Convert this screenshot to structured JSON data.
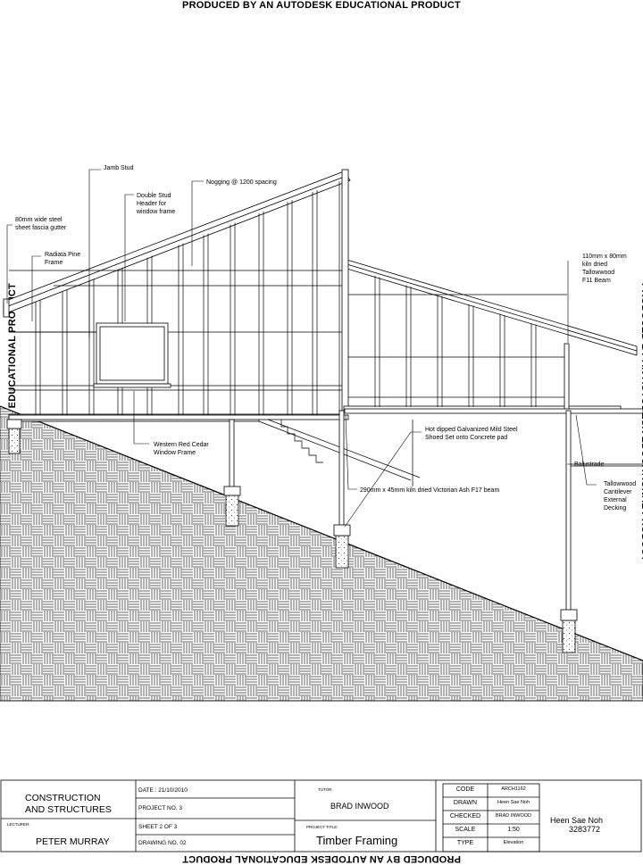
{
  "watermark": "PRODUCED BY AN AUTODESK EDUCATIONAL PRODUCT",
  "annotations": {
    "jamb_stud": "Jamb Stud",
    "double_stud_1": "Double Stud",
    "double_stud_2": "Header for",
    "double_stud_3": "window frame",
    "nogging": "Nogging @ 1200 spacing",
    "fascia_1": "80mm wide steel",
    "fascia_2": "sheet fascia gutter",
    "radiata_1": "Radiata Pine",
    "radiata_2": "Frame",
    "beam_110_1": "110mm x 80mm",
    "beam_110_2": "kiln dried",
    "beam_110_3": "Tallowwood",
    "beam_110_4": "F11 Beam",
    "red_cedar_1": "Western Red Cedar",
    "red_cedar_2": "Window Frame",
    "balustrade": "Balustrade",
    "beam_290": "290mm x 45mm kiln dried Victorian Ash F17 beam",
    "shoe_1": "Hot dipped Galvanized Mild Steel",
    "shoe_2": "Shoed Set onto Concrete pad",
    "decking_1": "Tallowwood",
    "decking_2": "Cantilever",
    "decking_3": "External",
    "decking_4": "Decking"
  },
  "title_block": {
    "course_1": "CONSTRUCTION",
    "course_2": "AND STRUCTURES",
    "lecturer_label": "LECTURER:",
    "lecturer": "PETER MURRAY",
    "date": "DATE : 21/10/2010",
    "project_no": "PROJECT NO. 3",
    "sheet": "SHEET 2 OF 3",
    "drawing_no": "DRAWING NO. 02",
    "tutor_label": "TUTOR:",
    "tutor": "BRAD INWOOD",
    "project_title_label": "PROJECT TITLE:",
    "project_title": "Timber Framing",
    "rows": [
      {
        "label": "CODE",
        "value": "ARCH1162"
      },
      {
        "label": "DRAWN",
        "value": "Heen Sae Noh"
      },
      {
        "label": "CHECKED",
        "value": "BRAD INWOOD"
      },
      {
        "label": "SCALE",
        "value": "1:50"
      },
      {
        "label": "TYPE",
        "value": "Elevation"
      }
    ],
    "student_name": "Heen Sae Noh",
    "student_id": "3283772"
  }
}
